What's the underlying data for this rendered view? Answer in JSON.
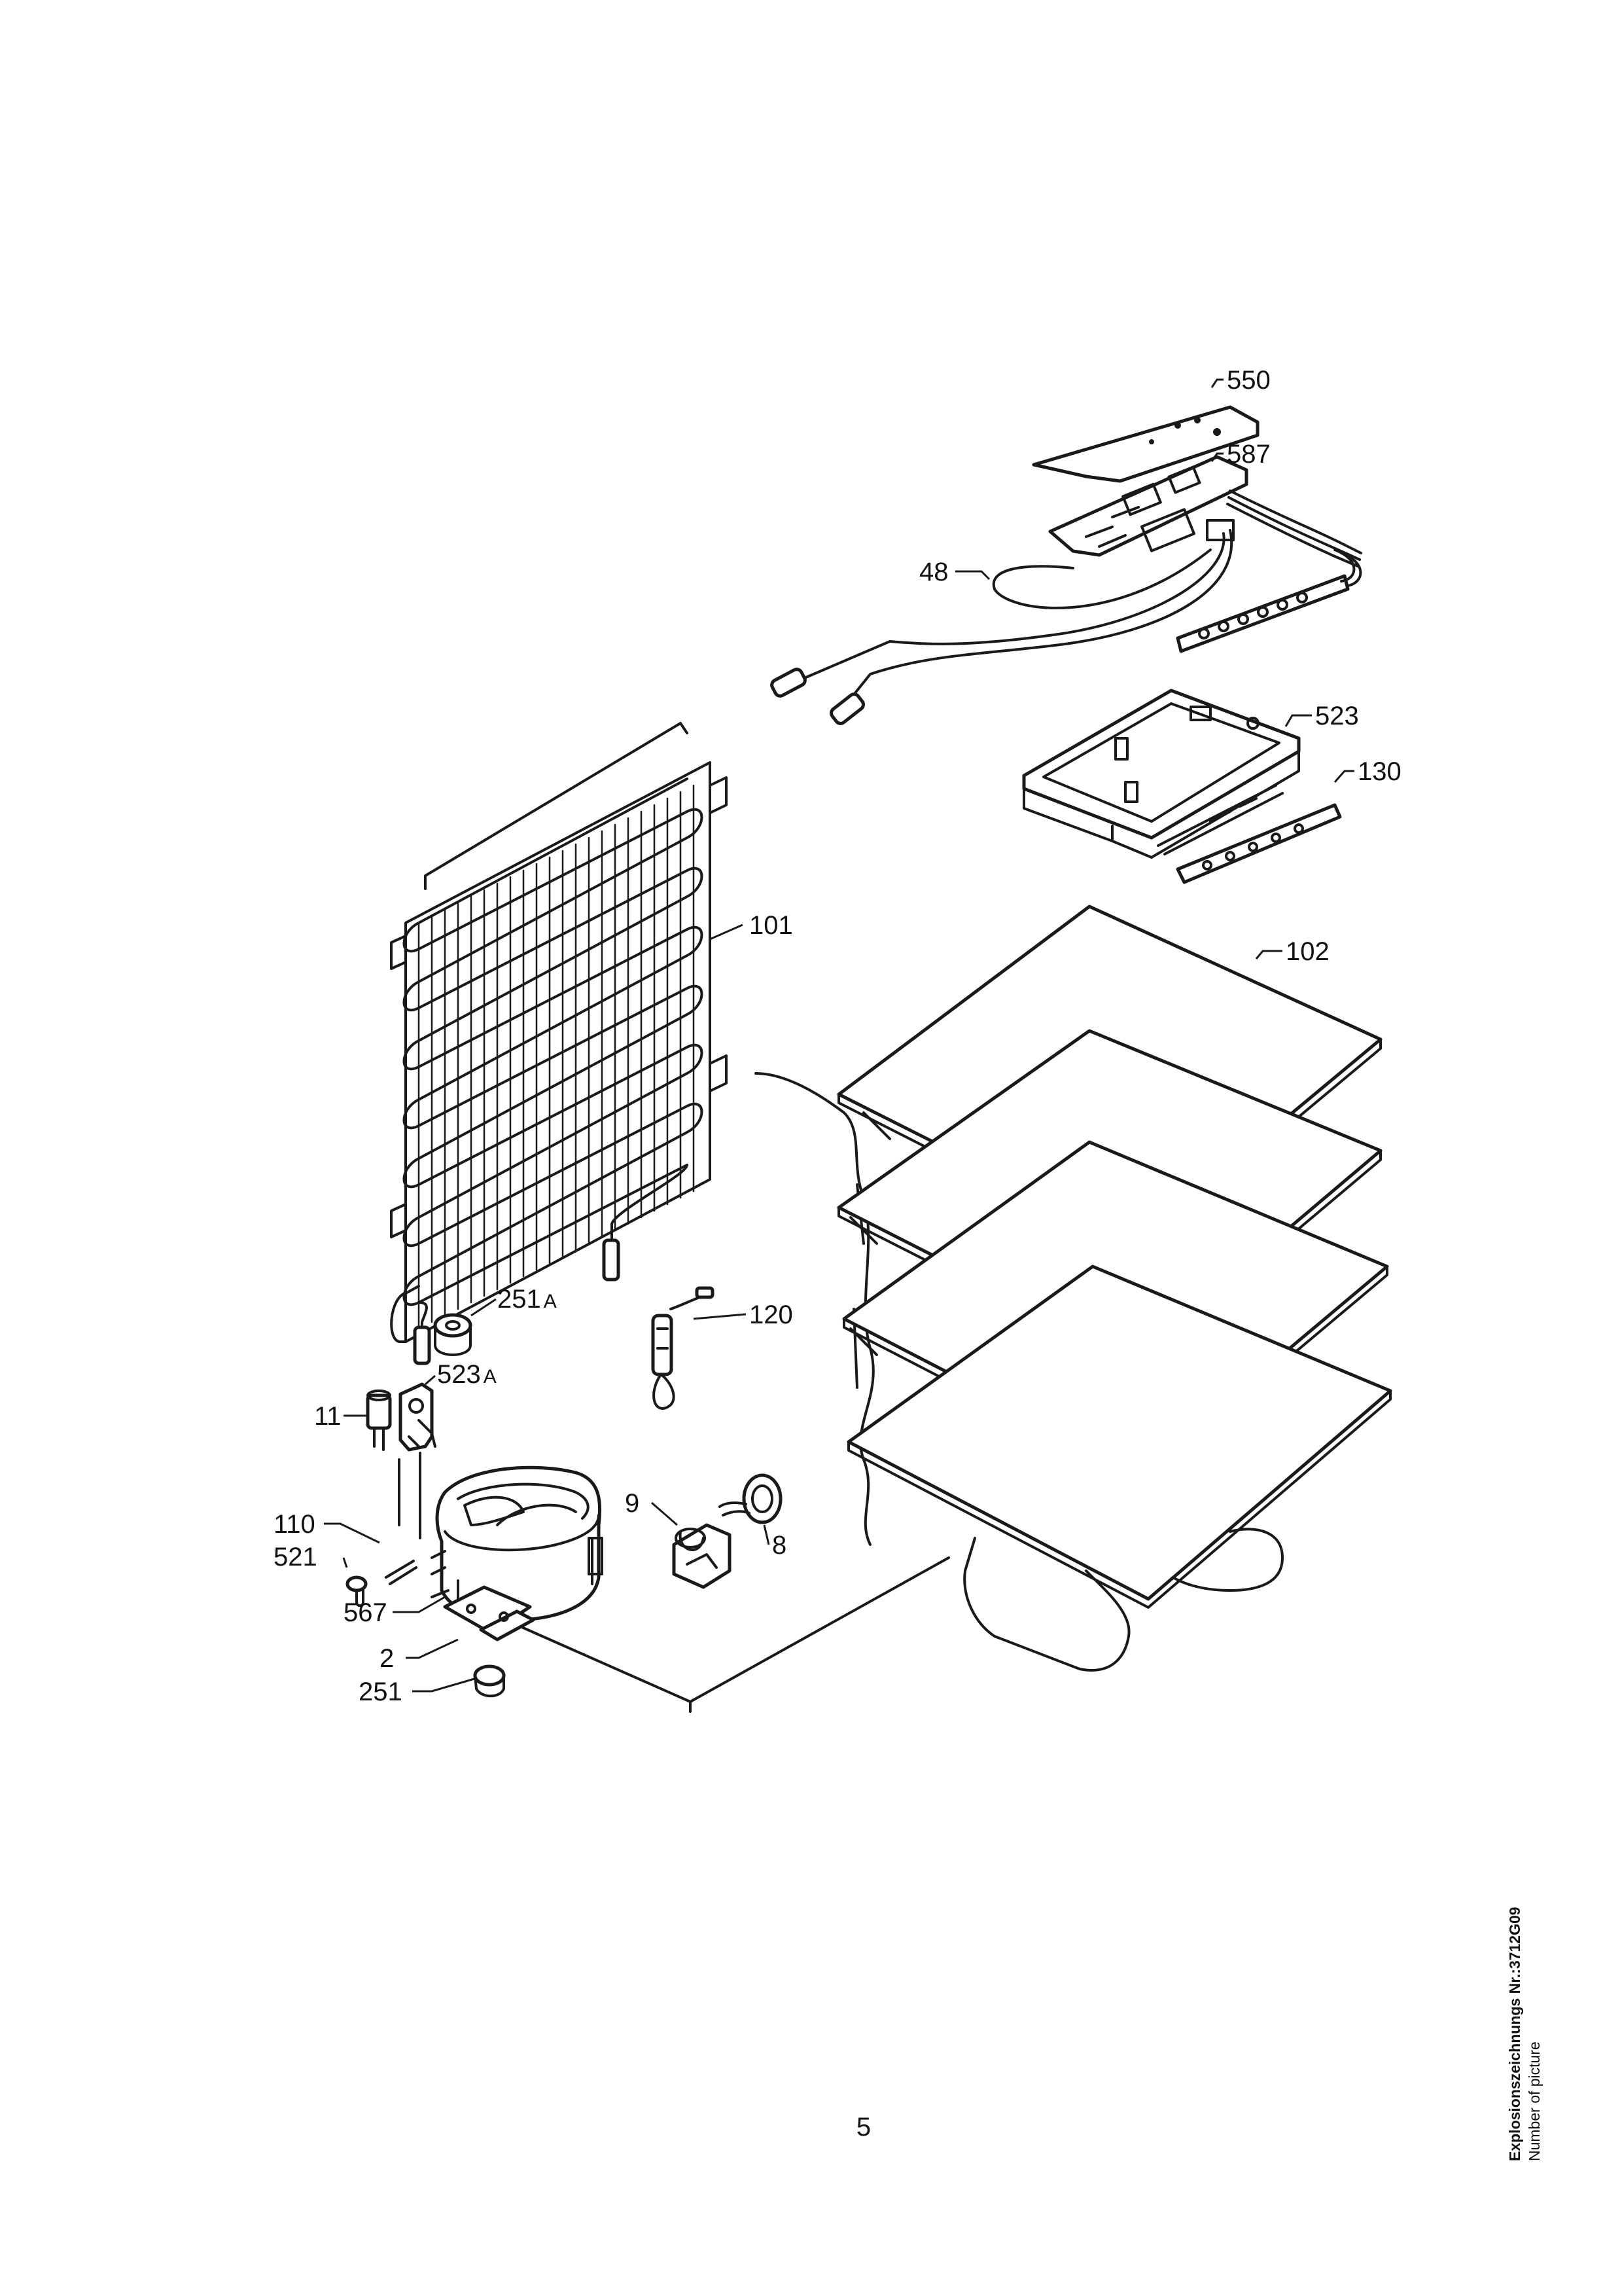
{
  "diagram": {
    "part_labels": [
      {
        "id": "550",
        "text": "550"
      },
      {
        "id": "587",
        "text": "587"
      },
      {
        "id": "48",
        "text": "48"
      },
      {
        "id": "523",
        "text": "523"
      },
      {
        "id": "130",
        "text": "130"
      },
      {
        "id": "101",
        "text": "101"
      },
      {
        "id": "102",
        "text": "102"
      },
      {
        "id": "251A",
        "text": "251",
        "suffix": "A"
      },
      {
        "id": "120",
        "text": "120"
      },
      {
        "id": "523A",
        "text": "523",
        "suffix": "A"
      },
      {
        "id": "11",
        "text": "11"
      },
      {
        "id": "9",
        "text": "9"
      },
      {
        "id": "8",
        "text": "8"
      },
      {
        "id": "110",
        "text": "110"
      },
      {
        "id": "521",
        "text": "521"
      },
      {
        "id": "567",
        "text": "567"
      },
      {
        "id": "2",
        "text": "2"
      },
      {
        "id": "251",
        "text": "251"
      }
    ]
  },
  "page": {
    "number": "5",
    "caption_title": "Explosionszeichnungs Nr.:3712G09",
    "caption_subtitle": "Number of picture"
  }
}
